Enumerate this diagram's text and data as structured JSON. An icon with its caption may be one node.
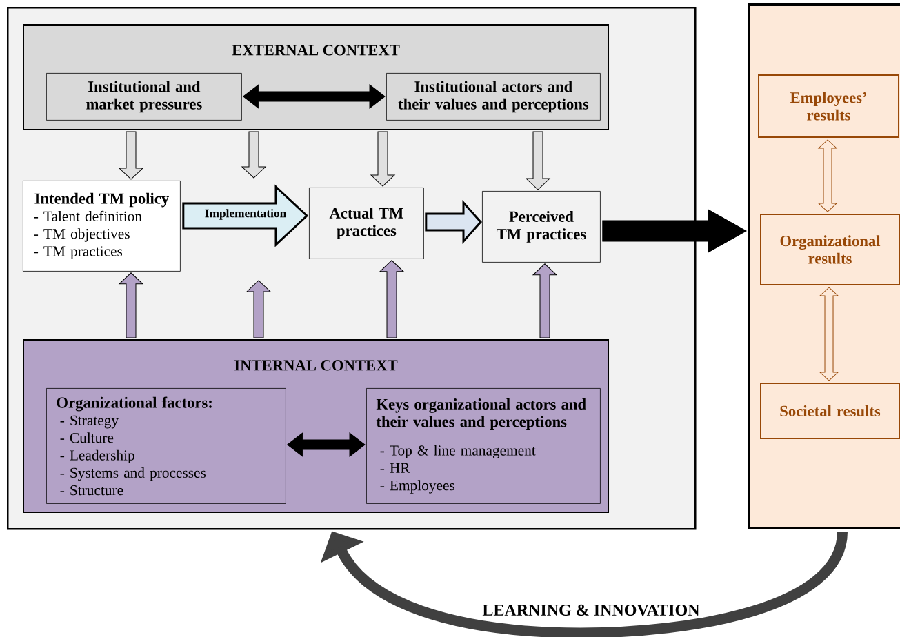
{
  "diagram": {
    "nodes": [
      {
        "text": [],
        "shape": "box"
      },
      {
        "text": [
          "EXTERNAL CONTEXT"
        ],
        "in": 0
      },
      {
        "text": [
          "Institutional and market pressures"
        ],
        "in": 1
      },
      {
        "text": [
          "Institutional actors and their values and perceptions"
        ],
        "in": 1
      },
      {
        "text": [
          "Intended TM policy",
          "- Talent definition",
          "- TM objectives",
          "- TM practices"
        ],
        "in": 0
      },
      {
        "text": [
          "Actual TM practices"
        ],
        "in": 0
      },
      {
        "text": [
          "Perceived TM practices"
        ],
        "in": 0
      },
      {
        "text": [
          "INTERNAL CONTEXT"
        ],
        "in": 0
      },
      {
        "text": [
          "Organizational factors:",
          "- Strategy",
          "- Culture",
          "- Leadership",
          "- Systems and processes",
          "- Structure"
        ],
        "in": 7
      },
      {
        "text": [
          "Keys organizational actors and their values and perceptions",
          "- Top & line management",
          "- HR",
          "- Employees"
        ],
        "in": 7
      },
      {
        "text": [],
        "shape": "box"
      },
      {
        "text": [
          "Employees’ results"
        ],
        "in": 10
      },
      {
        "text": [
          "Organizational results"
        ],
        "in": 10
      },
      {
        "text": [
          "Societal results"
        ],
        "in": 10
      }
    ],
    "edges": [
      {
        "from": 2,
        "to": 3,
        "arrow": "both"
      },
      {
        "from": 1,
        "to": 4,
        "arrow": "to"
      },
      {
        "from": 1,
        "to": null,
        "arrow": "to"
      },
      {
        "from": 1,
        "to": 5,
        "arrow": "to"
      },
      {
        "from": 1,
        "to": 6,
        "arrow": "to"
      },
      {
        "from": 4,
        "to": 5,
        "arrow": "to",
        "label": "Implementation",
        "style": "thick"
      },
      {
        "from": 5,
        "to": 6,
        "arrow": "to",
        "style": "thick"
      },
      {
        "from": 6,
        "to": 10,
        "arrow": "to"
      },
      {
        "from": 7,
        "to": 4,
        "arrow": "to"
      },
      {
        "from": 7,
        "to": null,
        "arrow": "to"
      },
      {
        "from": 7,
        "to": 5,
        "arrow": "to"
      },
      {
        "from": 7,
        "to": 6,
        "arrow": "to"
      },
      {
        "from": 8,
        "to": 9,
        "arrow": "both"
      },
      {
        "from": 11,
        "to": 12,
        "arrow": "both",
        "color": "#984807"
      },
      {
        "from": 12,
        "to": 13,
        "arrow": "both",
        "color": "#984807"
      },
      {
        "from": 10,
        "to": 0,
        "arrow": "to",
        "label": "LEARNING & INNOVATION"
      }
    ]
  }
}
